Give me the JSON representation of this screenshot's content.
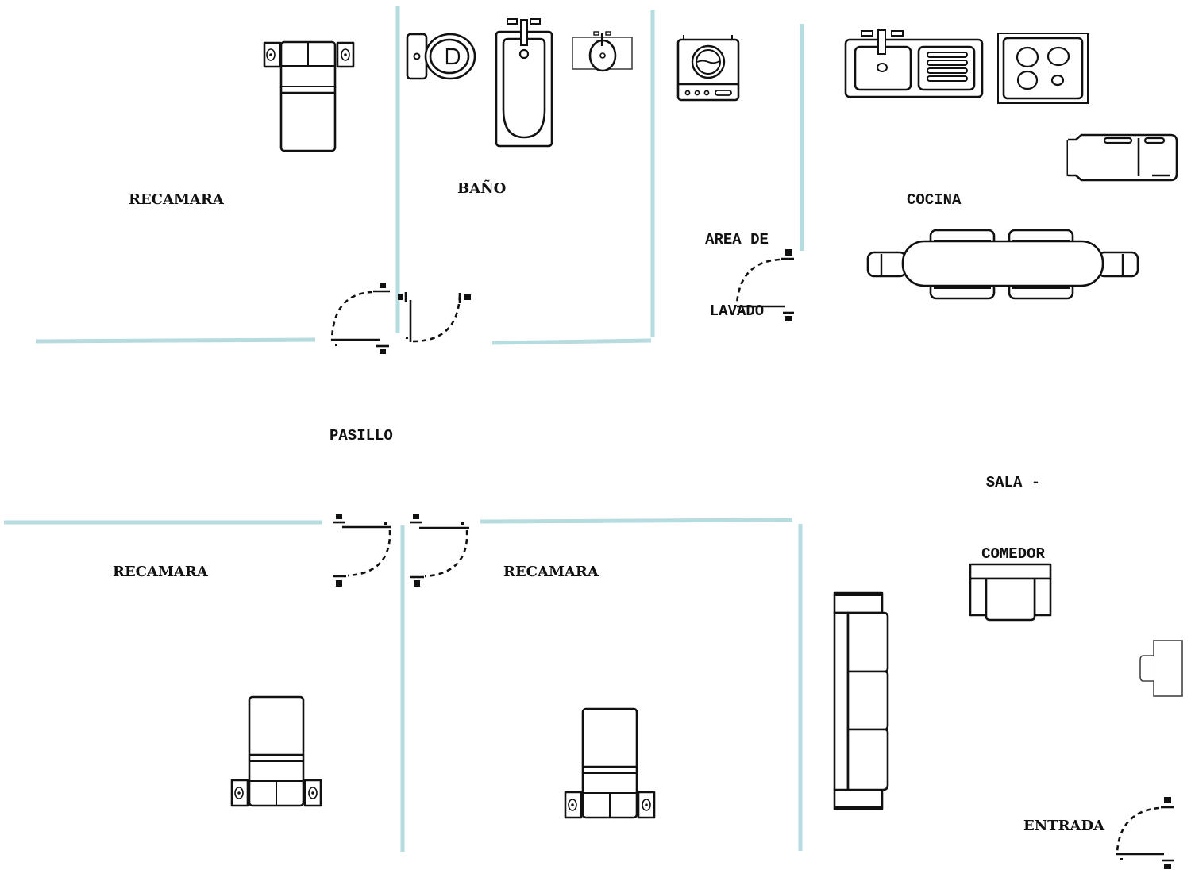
{
  "plan": {
    "wall_color": "#b6dce0",
    "line_color": "#111111",
    "rooms": {
      "bedroom_top": "RECAMARA",
      "bathroom": "BAÑO",
      "laundry_line1": "AREA DE",
      "laundry_line2": "LAVADO",
      "kitchen": "COCINA",
      "hallway": "PASILLO",
      "living_line1": "SALA -",
      "living_line2": "COMEDOR",
      "bedroom_bottom_left": "RECAMARA",
      "bedroom_bottom_right": "RECAMARA",
      "entrance": "ENTRADA"
    },
    "fixtures": [
      "bed-icon",
      "toilet-icon",
      "bathtub-icon",
      "washbasin-icon",
      "washing-machine-icon",
      "kitchen-sink-icon",
      "stove-icon",
      "refrigerator-icon",
      "dining-table-icon",
      "sofa-icon",
      "armchair-icon",
      "tv-icon",
      "door-swing-icon"
    ]
  }
}
